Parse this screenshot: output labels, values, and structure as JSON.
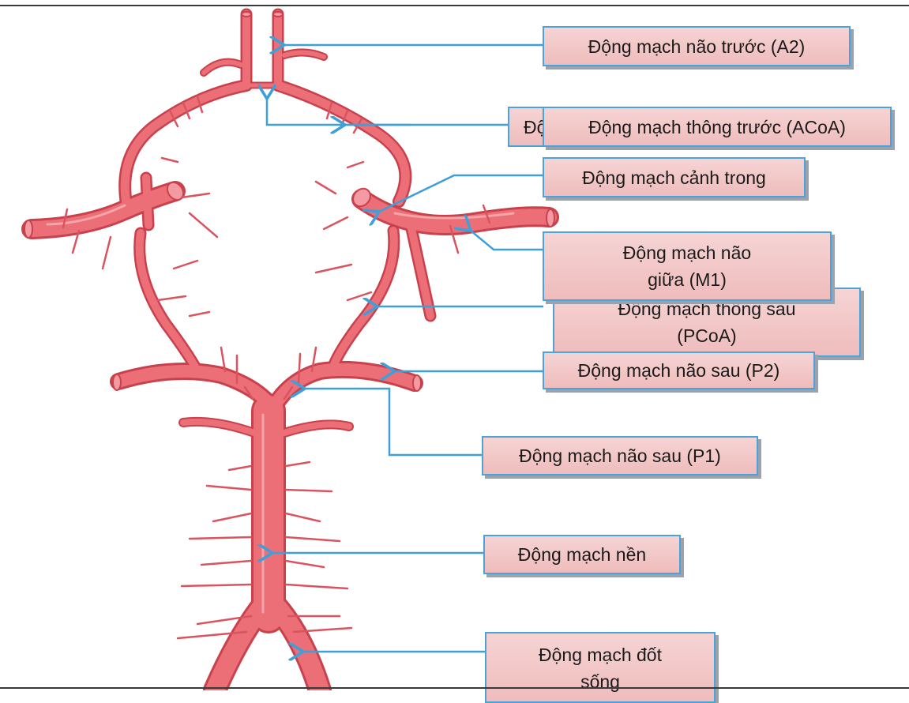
{
  "labels": {
    "aca_a2": "Động mạch não trước (A2)",
    "acoa_ghost": "Độ",
    "acoa": "Động mạch thông trước (ACoA)",
    "ica": "Động mạch cảnh trong",
    "mca_m1": "Động mạch não giữa (M1)",
    "pcoa": "Động mạch thông sau (PCoA)",
    "pca_p2": "Động mạch não sau (P2)",
    "pca_p1": "Động mạch não sau (P1)",
    "basilar": "Động mạch nền",
    "vertebral": "Động mạch đốt sống"
  },
  "colors": {
    "artery_fill": "#ec6f78",
    "artery_edge": "#c9414d",
    "leader_line": "#3f9fd8",
    "label_fill": "#f3c7c7",
    "label_border": "#4da3d9"
  }
}
